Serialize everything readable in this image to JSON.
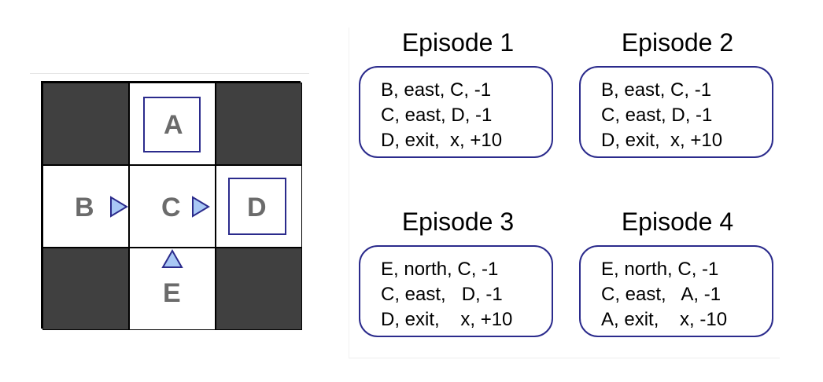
{
  "gridworld": {
    "cells": {
      "A": "A",
      "B": "B",
      "C": "C",
      "D": "D",
      "E": "E"
    }
  },
  "episodes": [
    {
      "title": "Episode 1",
      "lines": [
        "B, east, C, -1",
        "C, east, D, -1",
        "D, exit,  x, +10"
      ]
    },
    {
      "title": "Episode 2",
      "lines": [
        "B, east, C, -1",
        "C, east, D, -1",
        "D, exit,  x, +10"
      ]
    },
    {
      "title": "Episode 3",
      "lines": [
        "E, north, C, -1",
        "C, east,   D, -1",
        "D, exit,    x, +10"
      ]
    },
    {
      "title": "Episode 4",
      "lines": [
        "E, north, C, -1",
        "C, east,   A, -1",
        "A, exit,    x, -10"
      ]
    }
  ],
  "colors": {
    "wall": "#404040",
    "border": "#2b2b8c",
    "arrow_fill": "#a9c8f5",
    "letter": "#6b6b6b"
  }
}
